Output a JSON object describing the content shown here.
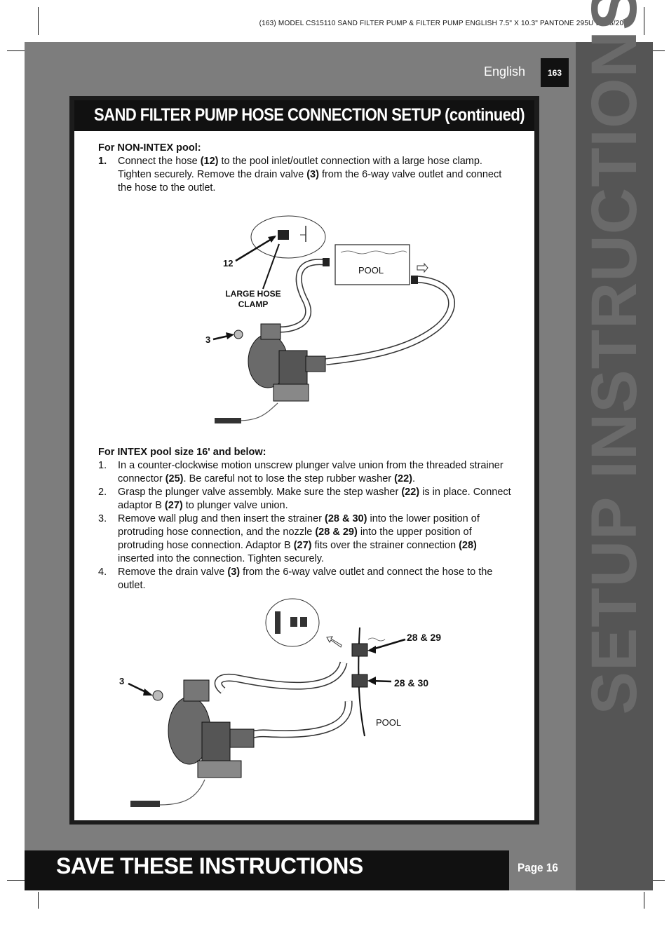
{
  "print_header": "(163)  MODEL CS15110 SAND FILTER PUMP & FILTER PUMP  ENGLISH  7.5\" X 10.3\"  PANTONE 295U  11/08/2011",
  "language": "English",
  "page_badge": "163",
  "sidebar_title": "SETUP INSTRUCTIONS",
  "section_title": "SAND FILTER PUMP HOSE CONNECTION SETUP (continued)",
  "non_intex": {
    "heading": "For NON-INTEX pool:",
    "steps": [
      {
        "num": "1.",
        "parts": [
          "Connect the hose ",
          "(12)",
          " to the pool inlet/outlet connection with a large hose clamp. Tighten securely. Remove the drain valve ",
          "(3)",
          " from the 6-way valve outlet and connect the hose to the outlet."
        ]
      }
    ],
    "diagram": {
      "label_12": "12",
      "label_clamp": "LARGE HOSE CLAMP",
      "label_3": "3",
      "label_pool": "POOL"
    }
  },
  "intex": {
    "heading": "For INTEX pool size 16' and below:",
    "steps": [
      {
        "num": "1.",
        "parts": [
          "In a counter-clockwise motion unscrew plunger valve union from the threaded strainer connector ",
          "(25)",
          ". Be careful not to lose the step rubber washer ",
          "(22)",
          "."
        ]
      },
      {
        "num": "2.",
        "parts": [
          "Grasp the plunger valve assembly. Make sure the step washer ",
          "(22)",
          " is in place. Connect adaptor B ",
          "(27)",
          " to plunger valve union."
        ]
      },
      {
        "num": "3.",
        "parts": [
          "Remove wall plug and then insert the strainer ",
          "(28 & 30)",
          " into the lower position of protruding hose connection, and the nozzle ",
          "(28 & 29)",
          " into the upper position of protruding hose connection. Adaptor B ",
          "(27)",
          " fits over the strainer connection ",
          "(28)",
          " inserted into the connection. Tighten securely."
        ]
      },
      {
        "num": "4.",
        "parts": [
          "Remove the drain valve ",
          "(3)",
          " from the 6-way valve outlet and connect the hose to the outlet."
        ]
      }
    ],
    "diagram": {
      "label_2829": "28 & 29",
      "label_2830": "28 & 30",
      "label_3": "3",
      "label_pool": "POOL"
    }
  },
  "footer": {
    "save_text": "SAVE THESE INSTRUCTIONS",
    "page_label": "Page 16"
  },
  "colors": {
    "frame_gray": "#7d7d7d",
    "sidebar_gray": "#555555",
    "black": "#111111"
  }
}
